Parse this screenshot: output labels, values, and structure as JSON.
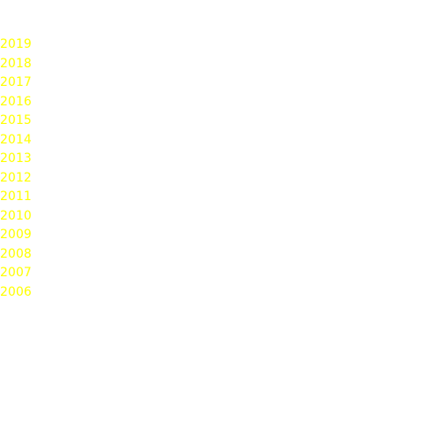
{
  "year_list": {
    "color": "#ffff00",
    "years": [
      "2019",
      "2018",
      "2017",
      "2016",
      "2015",
      "2014",
      "2013",
      "2012",
      "2011",
      "2010",
      "2009",
      "2008",
      "2007",
      "2006"
    ]
  }
}
